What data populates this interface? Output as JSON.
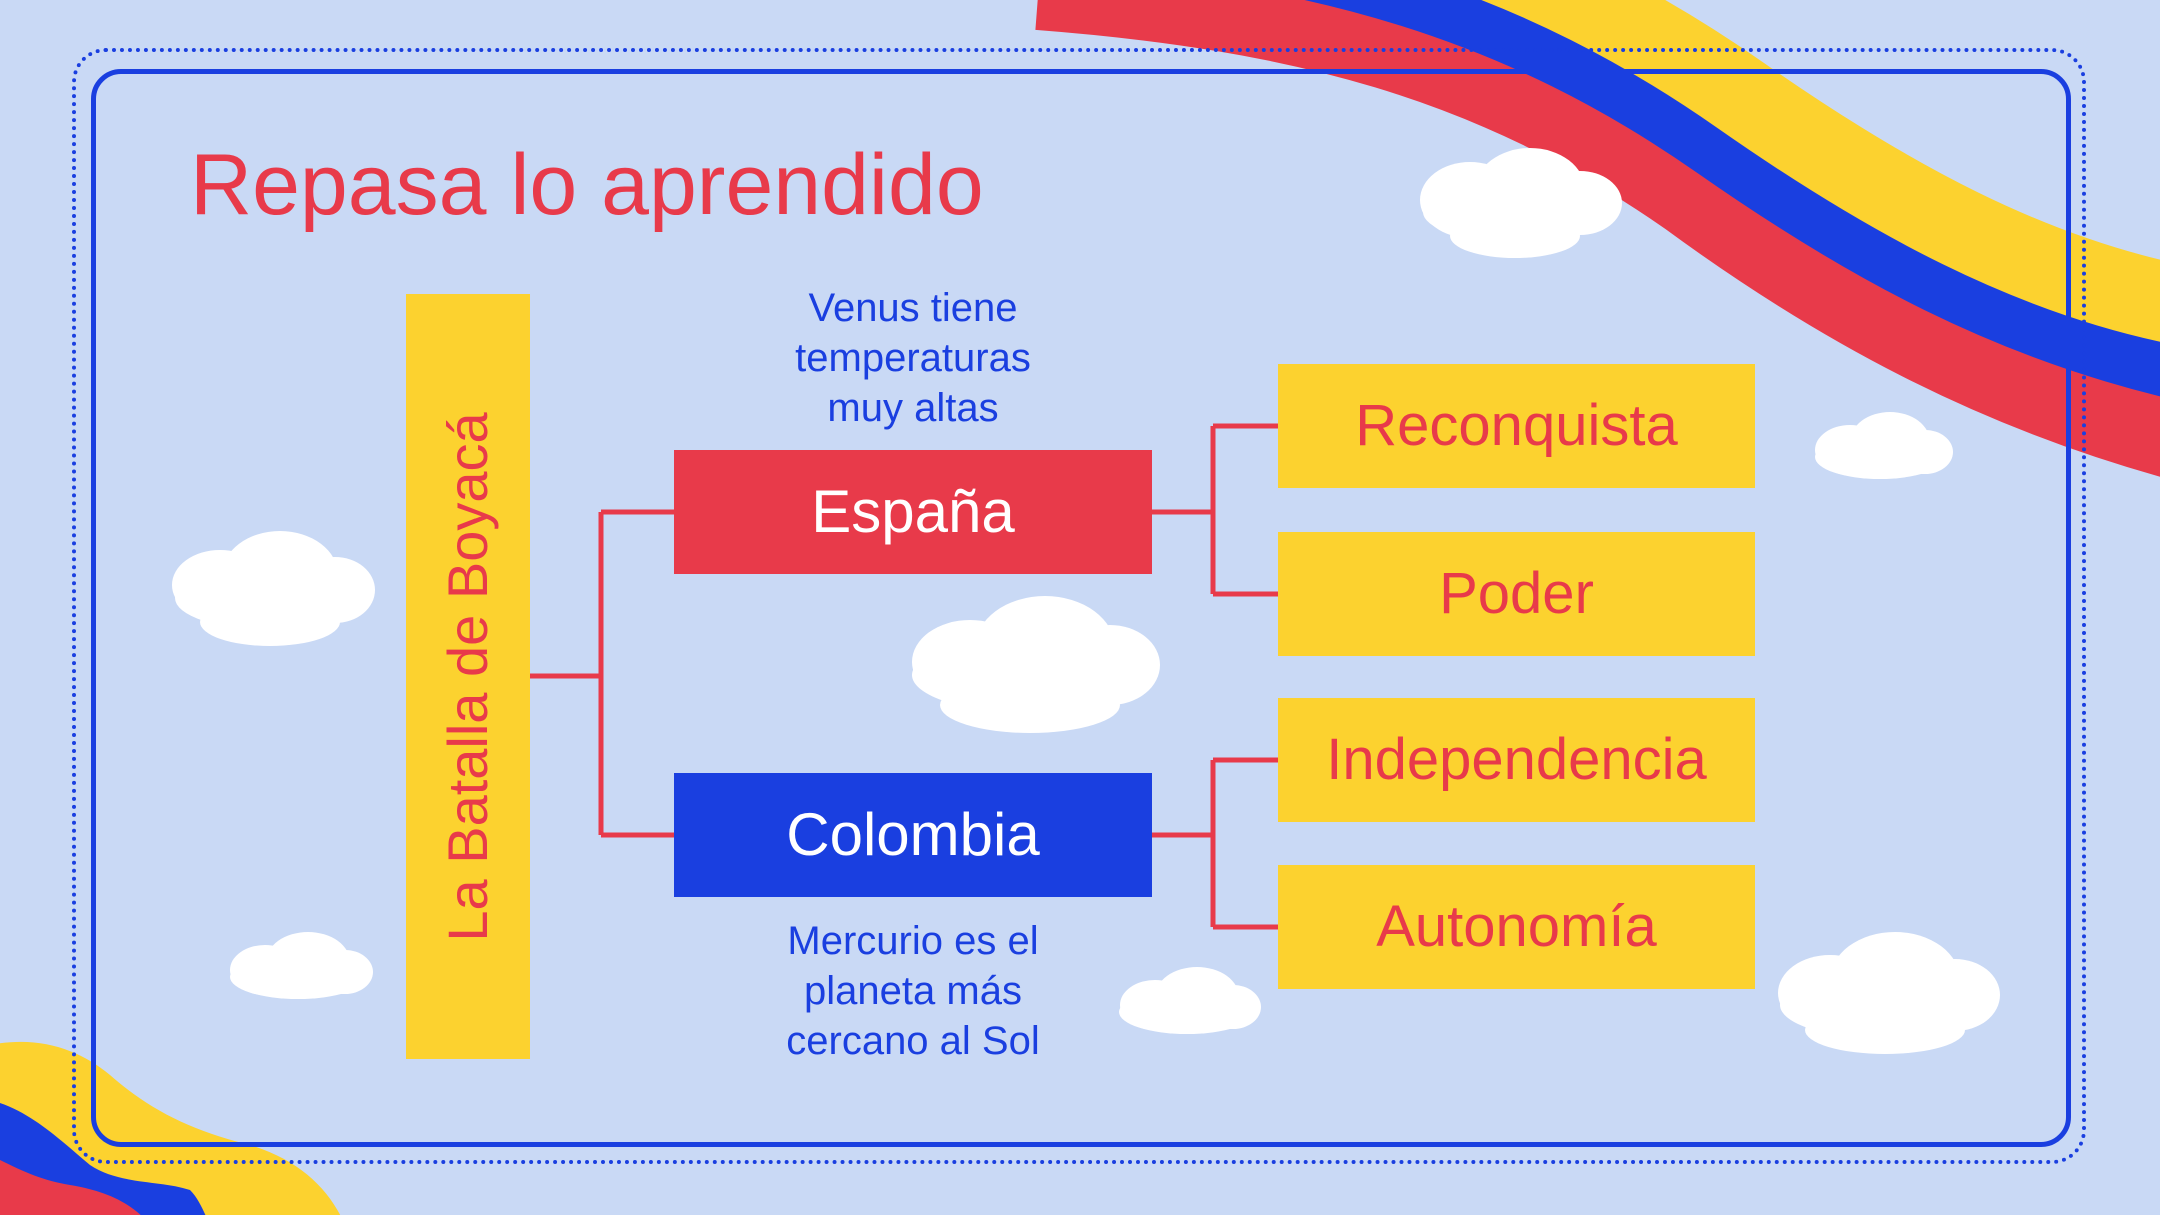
{
  "slide": {
    "title": "Repasa lo aprendido",
    "root_label": "La Batalla de Boyacá",
    "branches": [
      {
        "label": "España",
        "color": "#e83a4a",
        "note_lines": [
          "Venus tiene",
          "temperaturas",
          "muy altas"
        ],
        "leaves": [
          "Reconquista",
          "Poder"
        ]
      },
      {
        "label": "Colombia",
        "color": "#1a3fe0",
        "note_lines": [
          "Mercurio es el",
          "planeta más",
          "cercano al Sol"
        ],
        "leaves": [
          "Independencia",
          "Autonomía"
        ]
      }
    ]
  },
  "colors": {
    "background": "#c9d9f5",
    "flag_yellow": "#fcd22f",
    "flag_blue": "#1a3fe0",
    "flag_red": "#e83a4a",
    "connector": "#e83a4a",
    "note_text": "#1a3fe0"
  },
  "decorations": [
    "flag-ribbon-top-right",
    "flag-ribbon-bottom-left",
    "cloud-icon",
    "dotted-frame",
    "solid-frame"
  ]
}
